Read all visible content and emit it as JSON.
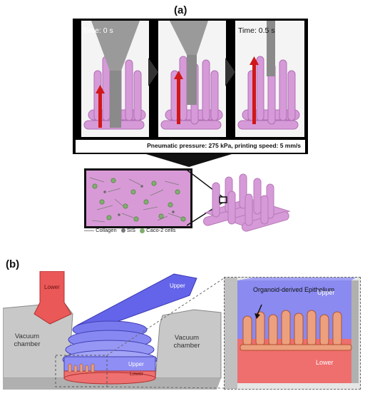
{
  "panel_a": {
    "label": "(a)",
    "frames": [
      {
        "time_label": "Time: 0 s"
      },
      {
        "time_label": ""
      },
      {
        "time_label": "Time: 0.5 s"
      }
    ],
    "caption": "Pneumatic pressure: 275 kPa, printing speed: 5 mm/s",
    "legend": {
      "collagen": "Collagen",
      "sis": "SIS",
      "caco2": "Caco-2 cells"
    }
  },
  "panel_b": {
    "label": "(b)",
    "lower_tube_label": "Lower",
    "upper_tube_label": "Upper",
    "vacuum_left": "Vacuum chamber",
    "vacuum_right": "Vacuum chamber",
    "upper_small": "Upper",
    "lower_small": "Lower",
    "inset": {
      "epithelium_label": "Organoid-derived Epithelium",
      "upper": "Upper",
      "lower": "Lower"
    }
  },
  "colors": {
    "construct_pink": "#d69ad8",
    "red_arrow": "#d01818",
    "upper_blue": "#5a5ae8",
    "lower_red": "#f07070",
    "chamber_gray": "#c8c8c8"
  }
}
